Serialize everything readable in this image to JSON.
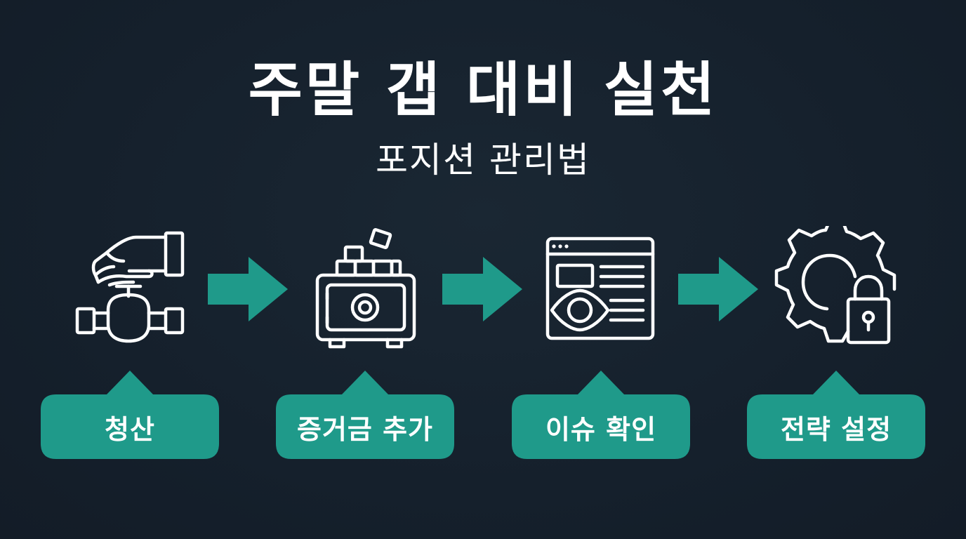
{
  "title": "주말 갭 대비 실천",
  "subtitle": "포지션 관리법",
  "colors": {
    "background": "#15202c",
    "accent": "#1f9a8a",
    "line": "#ffffff"
  },
  "steps": [
    {
      "label": "청산",
      "icon": "hand-valve-icon"
    },
    {
      "label": "증거금 추가",
      "icon": "safe-icon"
    },
    {
      "label": "이슈 확인",
      "icon": "browser-eye-icon"
    },
    {
      "label": "전략 설정",
      "icon": "gear-lock-icon"
    }
  ]
}
